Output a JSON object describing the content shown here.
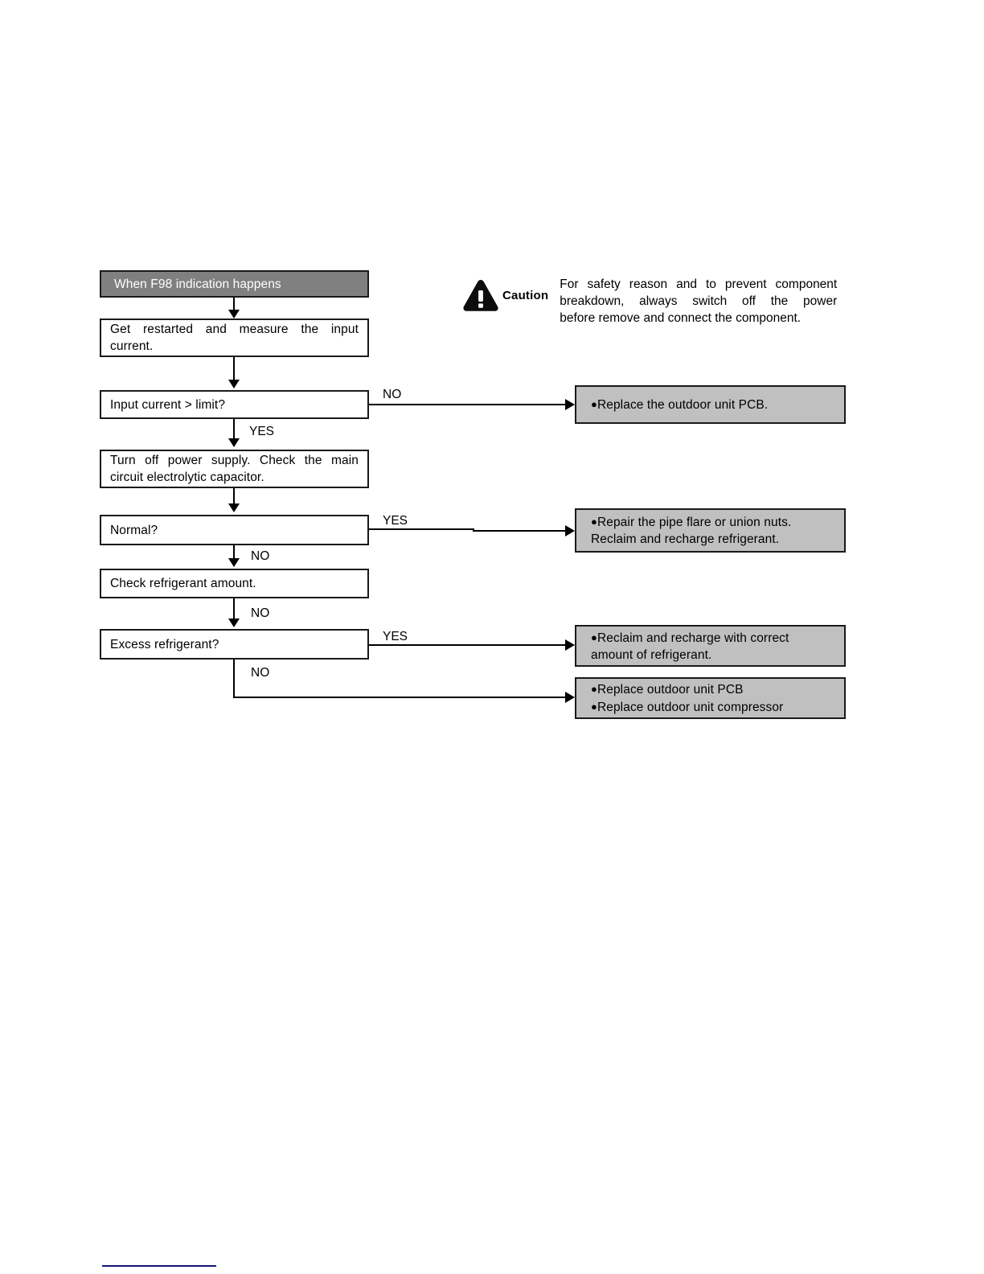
{
  "document": {
    "title": "When F98 indication happens"
  },
  "caution": {
    "icon": "warning-triangle-icon",
    "label": "Caution",
    "line1": "For safety reason and to prevent component",
    "line2": "breakdown, always switch off the power",
    "line3": "before remove and connect the component."
  },
  "flow": {
    "header": {
      "label": "When F98 indication happens"
    },
    "steps": [
      {
        "id": "step-restart",
        "line1": "Get restarted and measure the input",
        "line2": "current."
      },
      {
        "id": "decision-input-current",
        "line1": "Input current > limit?",
        "line2": ""
      },
      {
        "id": "step-power-off",
        "line1": "Turn off power supply. Check the main",
        "line2": "circuit electrolytic capacitor."
      },
      {
        "id": "decision-normal",
        "line1": "Normal?",
        "line2": ""
      },
      {
        "id": "step-check-refrigerant",
        "line1": "Check refrigerant amount.",
        "line2": ""
      },
      {
        "id": "decision-excess-refrigerant",
        "line1": "Excess refrigerant?",
        "line2": ""
      }
    ],
    "branch_labels": {
      "input_current_no": "NO",
      "input_current_yes": "YES",
      "normal_yes": "YES",
      "normal_no": "NO",
      "check_refrigerant_no": "NO",
      "excess_yes": "YES",
      "excess_no": "NO"
    },
    "results": [
      {
        "id": "result-replace-pcb",
        "lines": [
          "Replace the outdoor unit PCB."
        ]
      },
      {
        "id": "result-repair-pipe-flare",
        "lines": [
          "Repair the pipe flare or union nuts.",
          "Reclaim and recharge refrigerant."
        ],
        "bulleted": [
          true,
          false
        ]
      },
      {
        "id": "result-reclaim-recharge",
        "lines": [
          "Reclaim and recharge with correct",
          "amount of refrigerant."
        ],
        "bulleted": [
          true,
          false
        ]
      },
      {
        "id": "result-replace-pcb-compressor",
        "lines": [
          "Replace outdoor unit PCB",
          "Replace outdoor unit compressor"
        ],
        "bulleted": [
          true,
          true
        ]
      }
    ]
  },
  "colors": {
    "header_fill": "#808080",
    "result_fill": "#c0c0c0",
    "line": "#000000",
    "footer_rule": "#151573"
  }
}
